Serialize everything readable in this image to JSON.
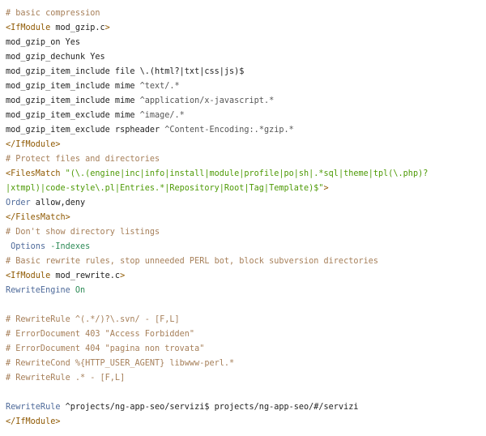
{
  "colors": {
    "comment": "#a67f59",
    "tag": "#8f5902",
    "string": "#4e9a06",
    "directive": "#4e6a9a",
    "text": "#222222",
    "background": "#ffffff"
  },
  "lines": [
    [
      {
        "t": "# basic compression",
        "c": "comment"
      }
    ],
    [
      {
        "t": "<IfModule",
        "c": "tag"
      },
      {
        "t": " mod_gzip.c",
        "c": "name"
      },
      {
        "t": ">",
        "c": "tag"
      }
    ],
    [
      {
        "t": "mod_gzip_on Yes",
        "c": "plain"
      }
    ],
    [
      {
        "t": "mod_gzip_dechunk Yes",
        "c": "plain"
      }
    ],
    [
      {
        "t": "mod_gzip_item_include file \\.(html?|txt|css|js)$",
        "c": "plain"
      }
    ],
    [
      {
        "t": "mod_gzip_item_include mime ",
        "c": "plain"
      },
      {
        "t": "^text/.*",
        "c": "op"
      }
    ],
    [
      {
        "t": "mod_gzip_item_include mime ",
        "c": "plain"
      },
      {
        "t": "^application/x-javascript.*",
        "c": "op"
      }
    ],
    [
      {
        "t": "mod_gzip_item_exclude mime ",
        "c": "plain"
      },
      {
        "t": "^image/.*",
        "c": "op"
      }
    ],
    [
      {
        "t": "mod_gzip_item_exclude rspheader ",
        "c": "plain"
      },
      {
        "t": "^Content-Encoding:.*gzip.*",
        "c": "op"
      }
    ],
    [
      {
        "t": "</IfModule>",
        "c": "tag"
      }
    ],
    [
      {
        "t": "# Protect files and directories",
        "c": "comment"
      }
    ],
    [
      {
        "t": "<FilesMatch",
        "c": "tag"
      },
      {
        "t": " \"(\\.(engine|inc|info|install|module|profile|po|sh|.*sql|theme|tpl(\\.php)?",
        "c": "str"
      }
    ],
    [
      {
        "t": "|xtmpl)|code-style\\.pl|Entries.*|Repository|Root|Tag|Template)$\"",
        "c": "str"
      },
      {
        "t": ">",
        "c": "tag"
      }
    ],
    [
      {
        "t": "Order",
        "c": "directive"
      },
      {
        "t": " allow,deny",
        "c": "plain"
      }
    ],
    [
      {
        "t": "</FilesMatch>",
        "c": "tag"
      }
    ],
    [
      {
        "t": "# Don't show directory listings",
        "c": "comment"
      }
    ],
    [
      {
        "t": " ",
        "c": "plain"
      },
      {
        "t": "Options",
        "c": "directive"
      },
      {
        "t": " -Indexes",
        "c": "green"
      }
    ],
    [
      {
        "t": "# Basic rewrite rules, stop unneeded PERL bot, block subversion directories",
        "c": "comment"
      }
    ],
    [
      {
        "t": "<IfModule",
        "c": "tag"
      },
      {
        "t": " mod_rewrite.c",
        "c": "name"
      },
      {
        "t": ">",
        "c": "tag"
      }
    ],
    [
      {
        "t": "RewriteEngine",
        "c": "directive"
      },
      {
        "t": " On",
        "c": "green"
      }
    ],
    [],
    [
      {
        "t": "# RewriteRule ^(.*/)?\\.svn/ - [F,L]",
        "c": "comment"
      }
    ],
    [
      {
        "t": "# ErrorDocument 403 \"Access Forbidden\"",
        "c": "comment"
      }
    ],
    [
      {
        "t": "# ErrorDocument 404 \"pagina non trovata\"",
        "c": "comment"
      }
    ],
    [
      {
        "t": "# RewriteCond %{HTTP_USER_AGENT} libwww-perl.*",
        "c": "comment"
      }
    ],
    [
      {
        "t": "# RewriteRule .* - [F,L]",
        "c": "comment"
      }
    ],
    [],
    [
      {
        "t": "RewriteRule",
        "c": "directive"
      },
      {
        "t": " ^projects/ng-app-seo/servizi$ projects/ng-app-seo/#/servizi",
        "c": "plain"
      }
    ],
    [
      {
        "t": "</IfModule>",
        "c": "tag"
      }
    ]
  ]
}
